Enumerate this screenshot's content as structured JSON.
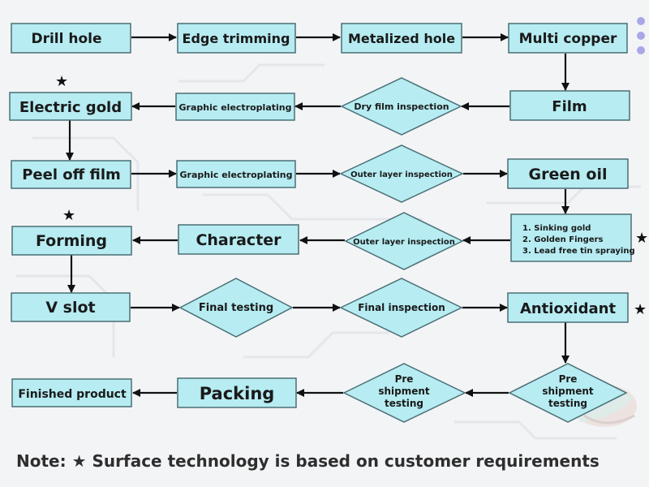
{
  "nodes": {
    "drill_hole": "Drill hole",
    "edge_trimming": "Edge trimming",
    "metalized_hole": "Metalized hole",
    "multi_copper": "Multi copper",
    "film": "Film",
    "dry_film_inspection": "Dry film inspection",
    "graphic_electroplating_1": "Graphic electroplating",
    "electric_gold": "Electric gold",
    "peel_off_film": "Peel off film",
    "graphic_electroplating_2": "Graphic electroplating",
    "outer_layer_inspection_1": "Outer layer inspection",
    "green_oil": "Green oil",
    "surface_options": [
      "1. Sinking gold",
      "2. Golden Fingers",
      "3. Lead free tin spraying"
    ],
    "outer_layer_inspection_2": "Outer layer inspection",
    "character": "Character",
    "forming": "Forming",
    "v_slot": "V slot",
    "final_testing": "Final testing",
    "final_inspection": "Final inspection",
    "antioxidant": "Antioxidant",
    "pre_shipment_testing_1": [
      "Pre",
      "shipment",
      "testing"
    ],
    "pre_shipment_testing_2": [
      "Pre",
      "shipment",
      "testing"
    ],
    "packing": "Packing",
    "finished_product": "Finished product"
  },
  "star_symbol": "★",
  "note": {
    "prefix": "Note:",
    "star": "★",
    "text": "Surface technology is based on customer requirements"
  },
  "colors": {
    "node_fill": "#b6ecf2",
    "node_stroke": "#4a6f75",
    "arrow": "#111111",
    "text": "#1a1a1a",
    "accent_dots": "#a9a7e6"
  }
}
